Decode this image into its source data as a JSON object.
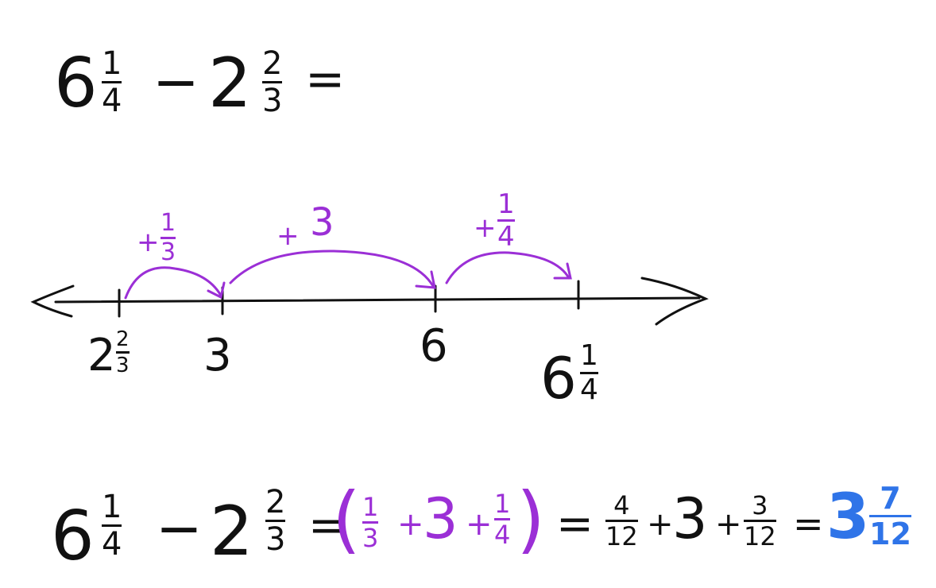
{
  "colors": {
    "ink": "#111111",
    "purple": "#9b2fd6",
    "blue": "#2f74e8"
  },
  "problem": {
    "whole1": "6",
    "frac1_num": "1",
    "frac1_den": "4",
    "minus": "−",
    "whole2": "2",
    "frac2_num": "2",
    "frac2_den": "3",
    "equals": "="
  },
  "number_line": {
    "ticks": [
      {
        "whole": "2",
        "num": "2",
        "den": "3"
      },
      {
        "whole": "3"
      },
      {
        "whole": "6"
      },
      {
        "whole": "6",
        "num": "1",
        "den": "4"
      }
    ],
    "jumps": [
      {
        "sign": "+",
        "num": "1",
        "den": "3"
      },
      {
        "sign": "+",
        "text": "3"
      },
      {
        "sign": "+",
        "num": "1",
        "den": "4"
      }
    ]
  },
  "solution": {
    "whole1": "6",
    "frac1_num": "1",
    "frac1_den": "4",
    "minus": "−",
    "whole2": "2",
    "frac2_num": "2",
    "frac2_den": "3",
    "eq1": "=",
    "open_paren": "(",
    "p_num1": "1",
    "p_den1": "3",
    "plus1": "+",
    "three": "3",
    "plus2": "+",
    "p_num2": "1",
    "p_den2": "4",
    "close_paren": ")",
    "eq2": "=",
    "c_num1": "4",
    "c_den1": "12",
    "plus3": "+",
    "three2": "3",
    "plus4": "+",
    "c_num2": "3",
    "c_den2": "12",
    "eq3": "=",
    "answer_whole": "3",
    "answer_num": "7",
    "answer_den": "12"
  }
}
